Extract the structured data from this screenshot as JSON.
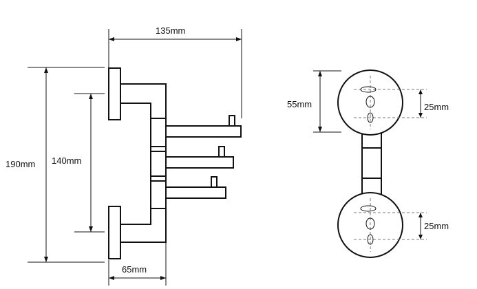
{
  "drawing": {
    "side_view": {
      "width_top": "135mm",
      "height_total": "190mm",
      "height_mount": "140mm",
      "depth_base": "65mm"
    },
    "front_view": {
      "height_rosette": "55mm",
      "spacing_upper": "25mm",
      "spacing_lower": "25mm"
    }
  }
}
